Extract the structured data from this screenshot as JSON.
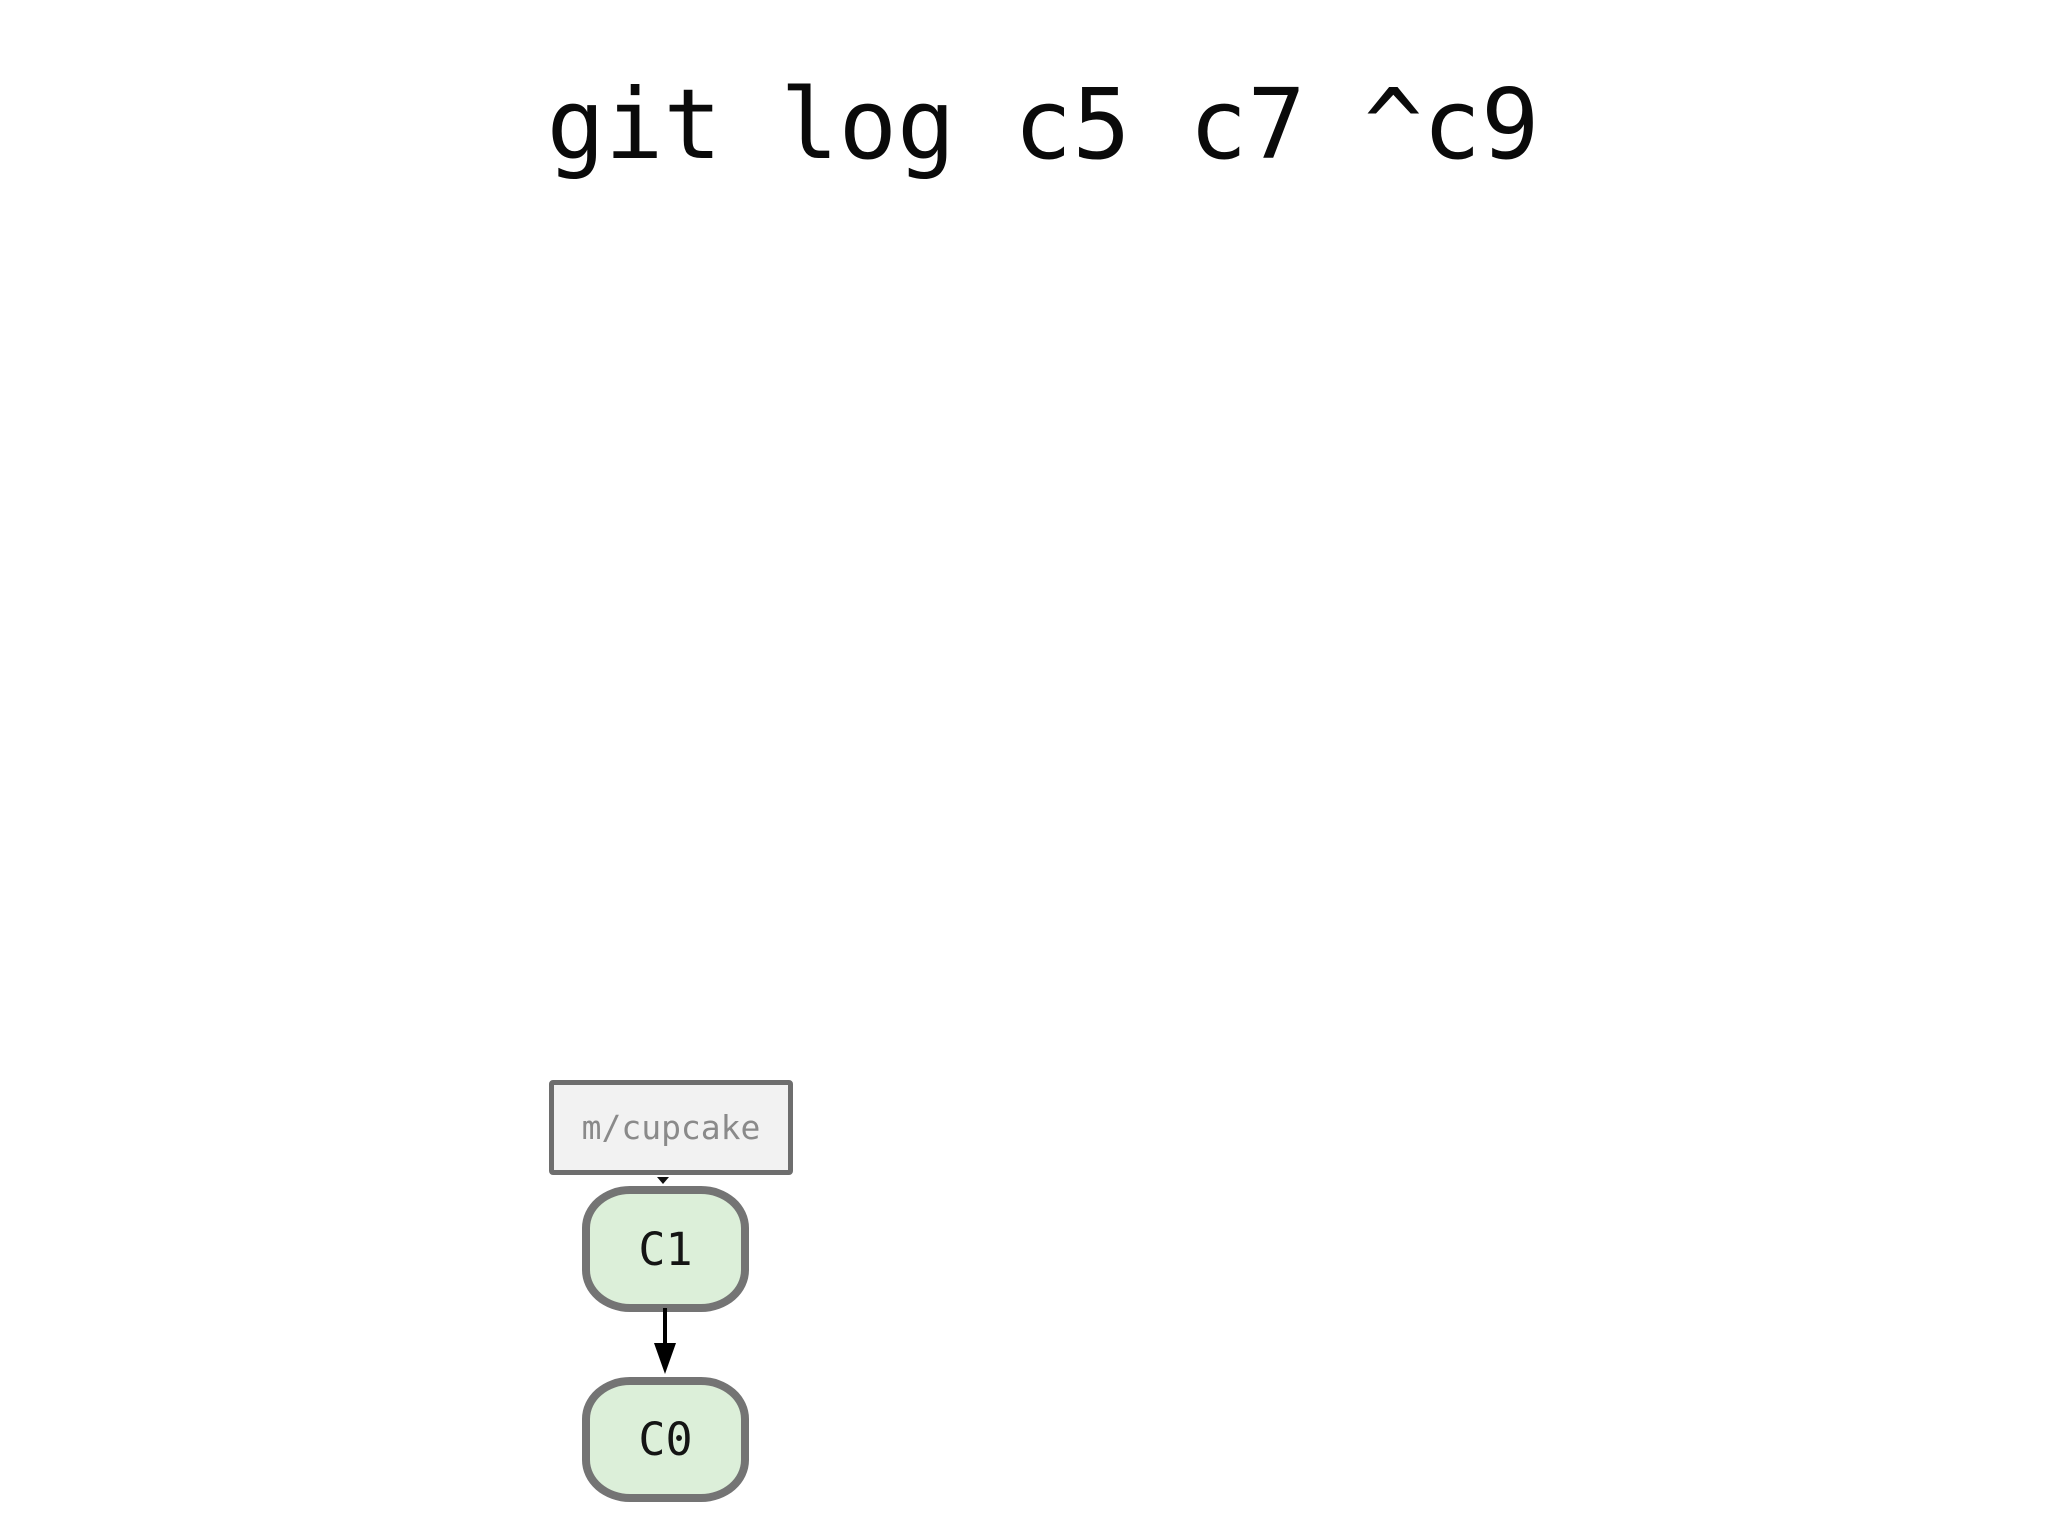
{
  "title": {
    "text": "git log c5 c7 ^c9"
  },
  "graph": {
    "branch_label": {
      "name": "m/cupcake"
    },
    "commits": [
      {
        "id": "C1"
      },
      {
        "id": "C0"
      }
    ],
    "edges": [
      {
        "from": "C1",
        "to": "C0"
      }
    ]
  },
  "colors": {
    "background": "#ffffff",
    "title_text": "#0a0a0a",
    "commit_fill": "#dcefd9",
    "commit_border": "#747474",
    "commit_text": "#141414",
    "label_fill": "#f2f2f2",
    "label_border": "#6e6e6e",
    "label_text": "#8a8a8a",
    "arrow": "#000000"
  }
}
